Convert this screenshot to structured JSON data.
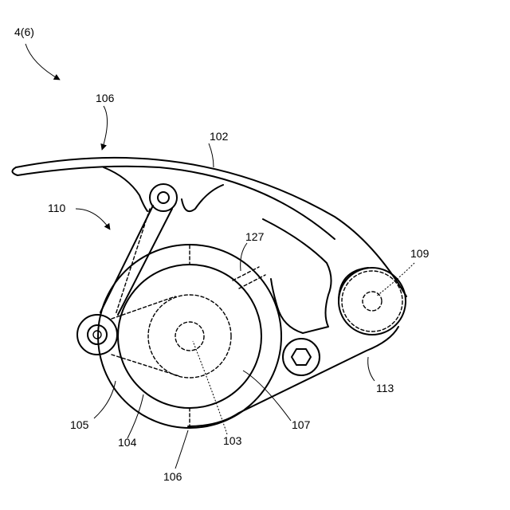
{
  "labels": {
    "figure_ref": "4(6)",
    "ref_106_top": "106",
    "ref_102": "102",
    "ref_110": "110",
    "ref_127": "127",
    "ref_109": "109",
    "ref_113": "113",
    "ref_107": "107",
    "ref_105": "105",
    "ref_104": "104",
    "ref_103": "103",
    "ref_106_bottom": "106"
  }
}
